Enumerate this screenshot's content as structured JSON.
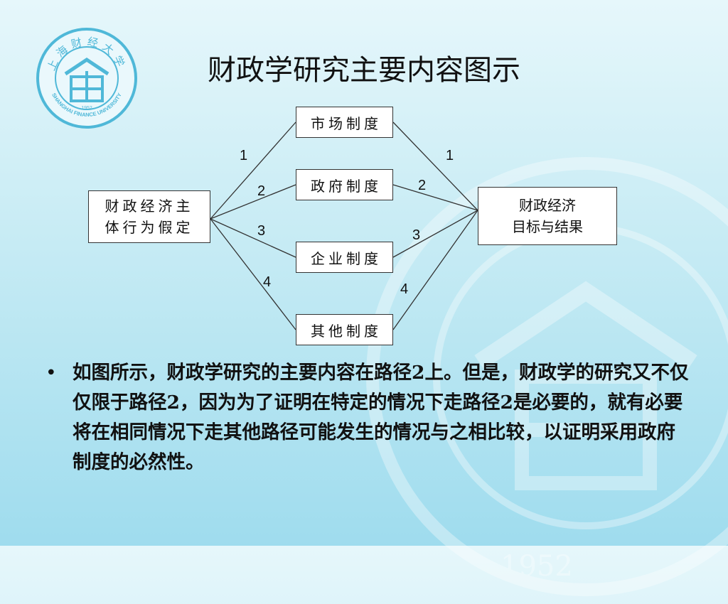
{
  "slide": {
    "title": "财政学研究主要内容图示",
    "bullet_marker": "•",
    "bullet_text": "如图所示，财政学研究的主要内容在路径2上。但是，财政学的研究又不仅仅限于路径2，因为为了证明在特定的情况下走路径2是必要的，就有必要将在相同情况下走其他路径可能发生的情况与之相比较，以证明采用政府制度的必然性。"
  },
  "logo": {
    "top_text": "上海财经大学",
    "bottom_text": "SHANGHAI FINANCE UNIVERSITY",
    "year": "1952"
  },
  "diagram": {
    "left_box": [
      "财政经济主",
      "体行为假定"
    ],
    "right_box": [
      "财政经济",
      "目标与结果"
    ],
    "institutions": [
      {
        "label": "市场制度",
        "path": "1"
      },
      {
        "label": "政府制度",
        "path": "2"
      },
      {
        "label": "企业制度",
        "path": "3"
      },
      {
        "label": "其他制度",
        "path": "4"
      }
    ]
  },
  "colors": {
    "background_top": "#e6f7fb",
    "background_bottom": "#9fdcee",
    "logo": "#4fb8d8",
    "line": "#333333"
  }
}
